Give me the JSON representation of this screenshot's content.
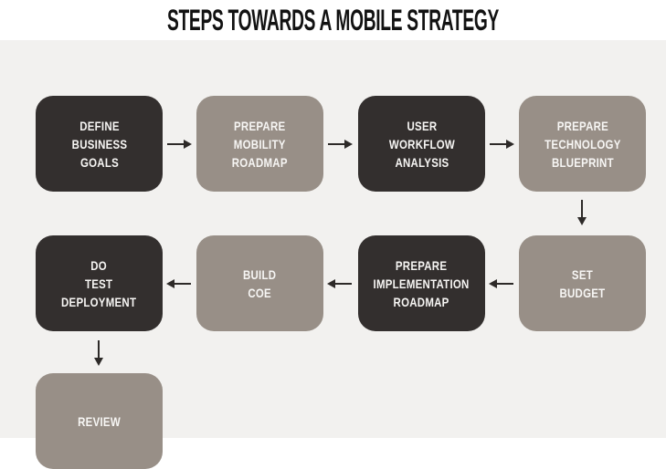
{
  "title": "STEPS TOWARDS A MOBILE STRATEGY",
  "colors": {
    "dark_box": "#332f2e",
    "light_box": "#988f87",
    "panel_background": "#f2f1ef",
    "page_background": "#ffffff",
    "arrow": "#2d2a28",
    "box_text": "#f7f6f4",
    "title_text": "#121212"
  },
  "flow": {
    "boxes": [
      {
        "label": "DEFINE\nBUSINESS\nGOALS",
        "variant": "dark"
      },
      {
        "label": "PREPARE\nMOBILITY\nROADMAP",
        "variant": "light"
      },
      {
        "label": "USER\nWORKFLOW\nANALYSIS",
        "variant": "dark"
      },
      {
        "label": "PREPARE\nTECHNOLOGY\nBLUEPRINT",
        "variant": "light"
      },
      {
        "label": "SET\nBUDGET",
        "variant": "light"
      },
      {
        "label": "PREPARE\nIMPLEMENTATION\nROADMAP",
        "variant": "dark"
      },
      {
        "label": "BUILD\nCOE",
        "variant": "light"
      },
      {
        "label": "DO\nTEST\nDEPLOYMENT",
        "variant": "dark"
      },
      {
        "label": "REVIEW",
        "variant": "light"
      }
    ]
  }
}
